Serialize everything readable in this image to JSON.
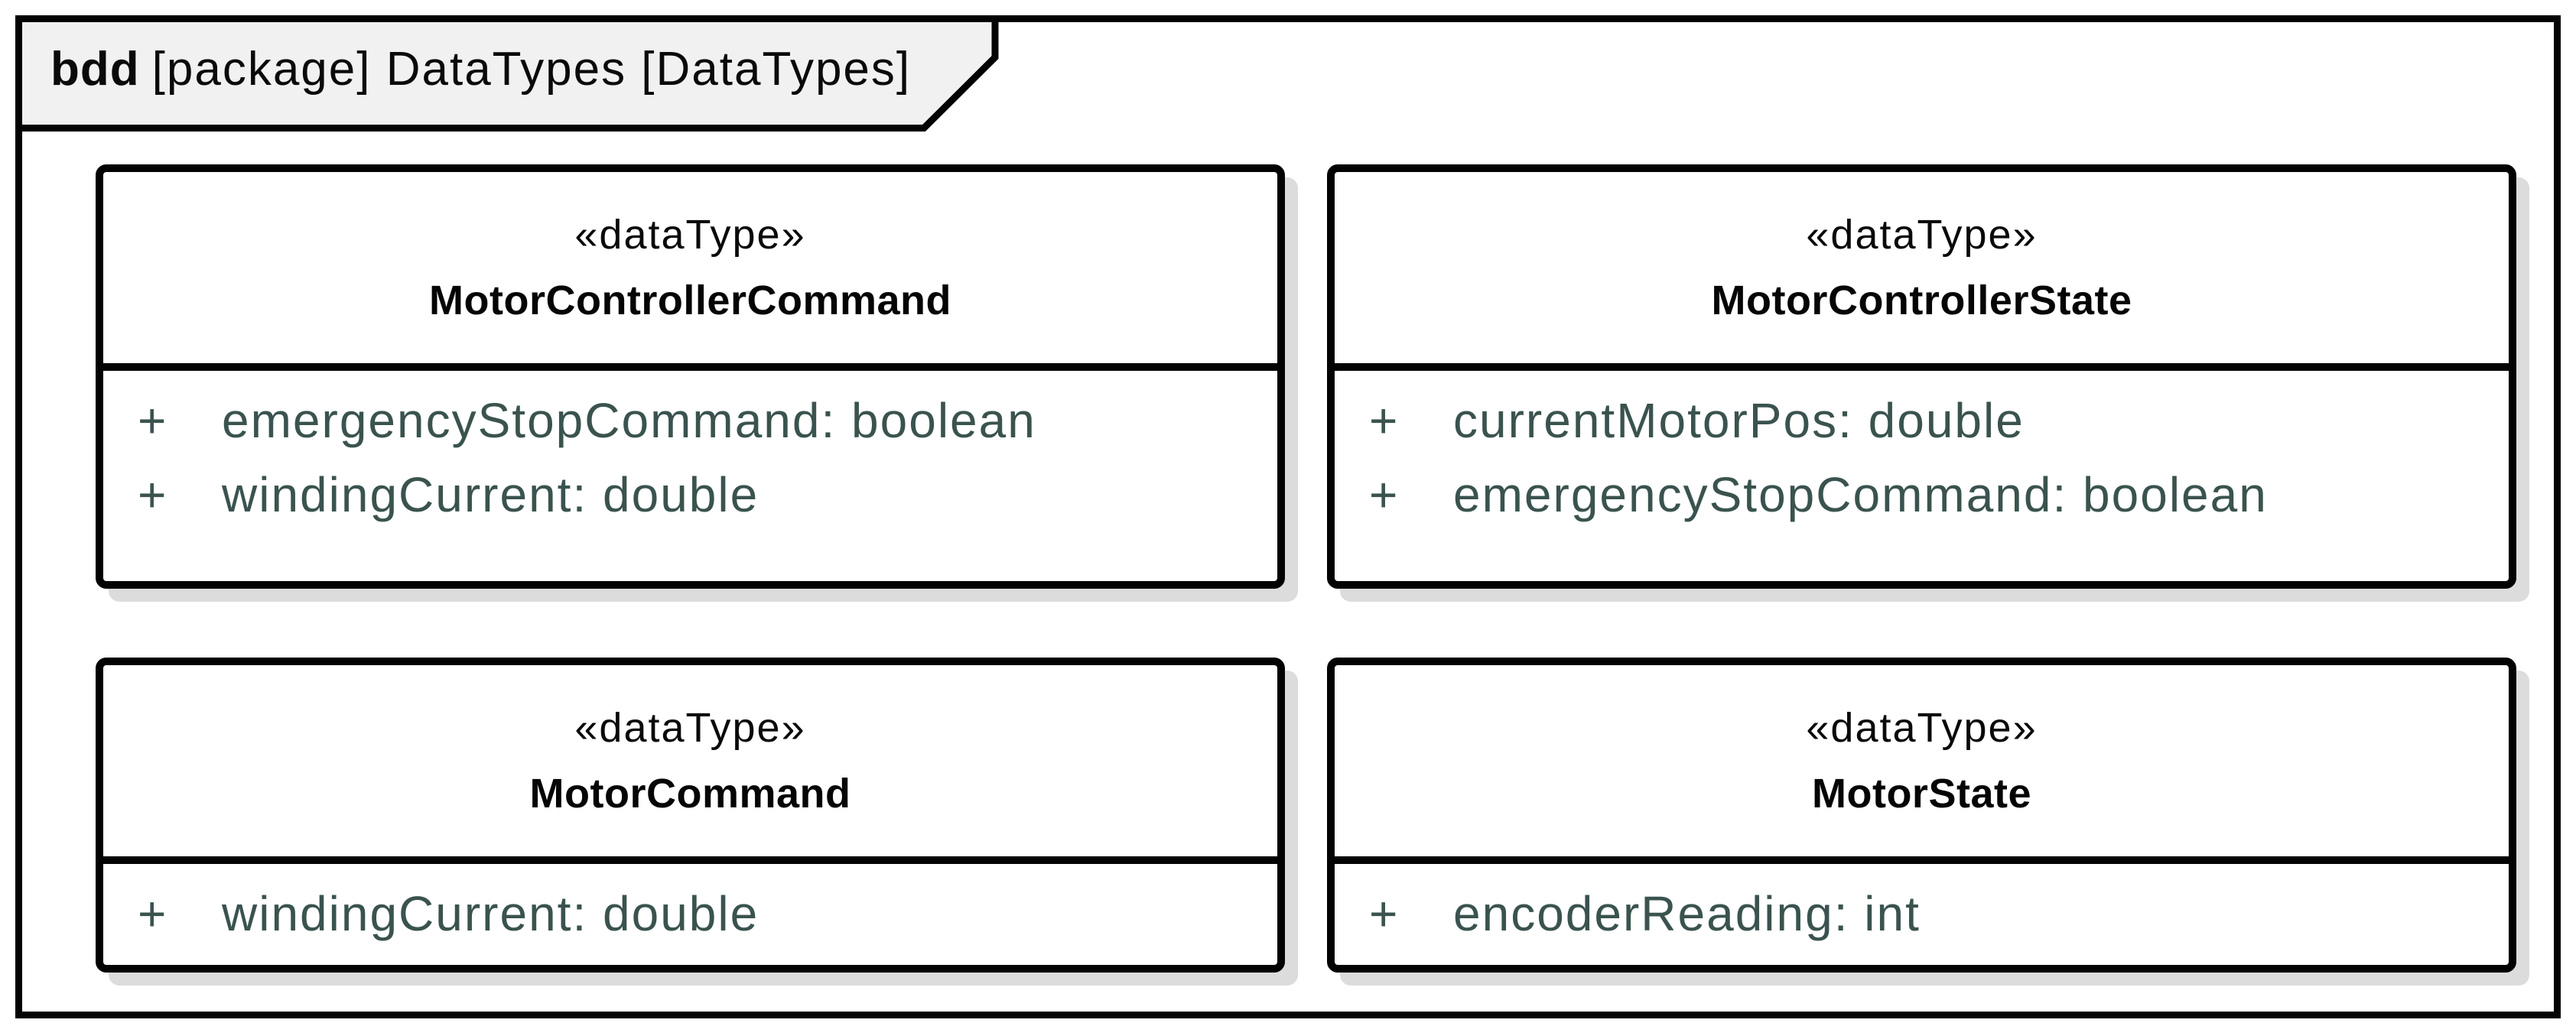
{
  "frame": {
    "keyword": "bdd",
    "title": "[package] DataTypes [DataTypes]"
  },
  "blocks": [
    {
      "stereotype": "«dataType»",
      "name": "MotorControllerCommand",
      "attributes": [
        {
          "visibility": "+",
          "text": "emergencyStopCommand: boolean"
        },
        {
          "visibility": "+",
          "text": "windingCurrent: double"
        }
      ]
    },
    {
      "stereotype": "«dataType»",
      "name": "MotorControllerState",
      "attributes": [
        {
          "visibility": "+",
          "text": "currentMotorPos: double"
        },
        {
          "visibility": "+",
          "text": "emergencyStopCommand: boolean"
        }
      ]
    },
    {
      "stereotype": "«dataType»",
      "name": "MotorCommand",
      "attributes": [
        {
          "visibility": "+",
          "text": "windingCurrent: double"
        }
      ]
    },
    {
      "stereotype": "«dataType»",
      "name": "MotorState",
      "attributes": [
        {
          "visibility": "+",
          "text": "encoderReading: int"
        }
      ]
    }
  ],
  "colors": {
    "border": "#030303",
    "attribute_text": "#3a534f",
    "tab_fill": "#f2f1f1",
    "shadow": "#dcdcdc",
    "block_fill": "#ffffff"
  }
}
